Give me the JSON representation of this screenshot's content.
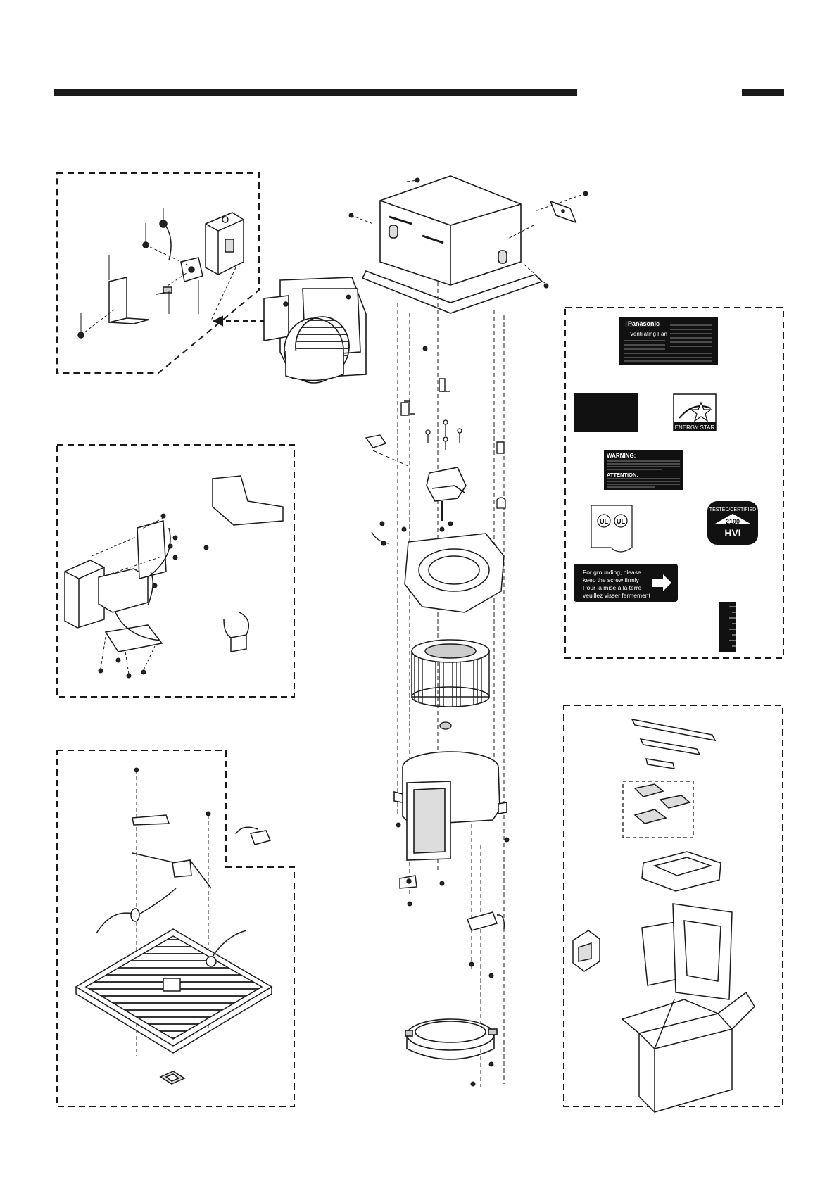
{
  "labels": {
    "brand": "Panasonic",
    "product": "Ventilating Fan",
    "energy_star": "ENERGY STAR",
    "warning_title": "WARNING:",
    "attention_title": "ATTENTION:",
    "hvi_top": "TESTED/CERTIFIED",
    "hvi_number": "2100",
    "hvi_letters": "HVI",
    "ground_line1": "For grounding, please",
    "ground_line2": "keep the screw firmly",
    "ground_line3": "Pour la mise à la terre",
    "ground_line4": "veuillez visser fermement",
    "ul_mark": "UL"
  },
  "colors": {
    "ink": "#1a1a1a",
    "label_black": "#111111",
    "paper": "#ffffff"
  },
  "icons": {
    "energy_star_logo": "energy-star-icon",
    "ul_listing": "ul-icon",
    "hvi_badge": "hvi-icon",
    "ground_arrow": "arrow-right-icon"
  }
}
